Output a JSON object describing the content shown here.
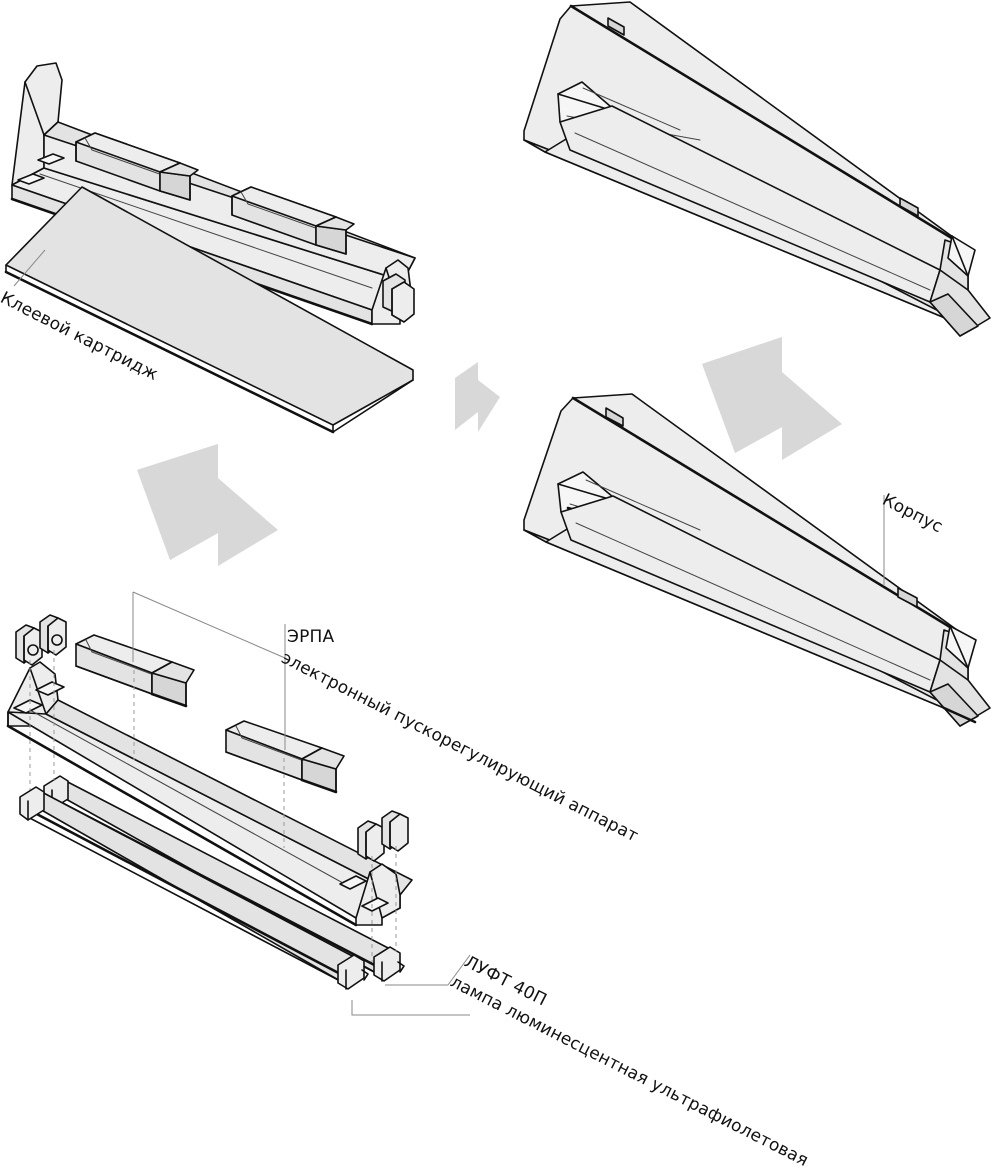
{
  "diagram": {
    "kind": "exploded-assembly-drawing",
    "subject": "UV insect-trap luminaire, exploded isometric view",
    "language": "ru",
    "background_color": "#ffffff",
    "line_color": "#111111",
    "fill_light": "#ededed",
    "fill_mid": "#e2e2e2",
    "fill_dark": "#d4d4d4",
    "arrow_color": "#d8d8d8",
    "leader_color": "#8a8a8a"
  },
  "labels": {
    "glue_cartridge": {
      "text": "Клеевой картридж",
      "rotation_deg": 27,
      "font_size": 17
    },
    "housing": {
      "text": "Корпус",
      "rotation_deg": 27,
      "font_size": 17
    },
    "ballast_abbr": {
      "text": "ЭРПА",
      "rotation_deg": 0,
      "font_size": 17
    },
    "ballast_full": {
      "text": "электронный пускорегулирующий аппарат",
      "rotation_deg": 27,
      "font_size": 17
    },
    "lamp_model": {
      "text": "ЛУФТ 40П",
      "rotation_deg": 27,
      "font_size": 17
    },
    "lamp_full": {
      "text": "лампа люминесцентная ультрафиолетовая",
      "rotation_deg": 27,
      "font_size": 17
    }
  },
  "parts": [
    {
      "id": "tray-with-clips",
      "name": "Лоток с клеевыми фиксаторами",
      "position": "top-left-upper"
    },
    {
      "id": "glue-sheet",
      "name": "Клеевой картридж",
      "position": "top-left-lower"
    },
    {
      "id": "housing-assembled",
      "name": "Корпус в сборе",
      "position": "top-right"
    },
    {
      "id": "housing-empty",
      "name": "Корпус",
      "position": "middle-right"
    },
    {
      "id": "base-plate",
      "name": "Основание с торцевыми стенками",
      "position": "bottom-left"
    },
    {
      "id": "ballast-1",
      "name": "ЭРПА (1)",
      "position": "bottom-left-upper"
    },
    {
      "id": "ballast-2",
      "name": "ЭРПА (2)",
      "position": "bottom-center"
    },
    {
      "id": "lamp-holders-left",
      "name": "Ламподержатели (левые)",
      "count": 2
    },
    {
      "id": "lamp-holders-right",
      "name": "Ламподержатели (правые)",
      "count": 2
    },
    {
      "id": "lamp-1",
      "name": "ЛУФТ 40П (1)"
    },
    {
      "id": "lamp-2",
      "name": "ЛУФТ 40П (2)"
    }
  ],
  "arrows": [
    {
      "id": "arrow-assembly-up-left",
      "direction": "up-left",
      "meaning": "glue cartridge assembles into tray"
    },
    {
      "id": "arrow-assembly-right",
      "direction": "right",
      "meaning": "tray assembly inserts into housing"
    },
    {
      "id": "arrow-assembly-up-right",
      "direction": "up-right",
      "meaning": "housing closes to final assembly"
    }
  ]
}
